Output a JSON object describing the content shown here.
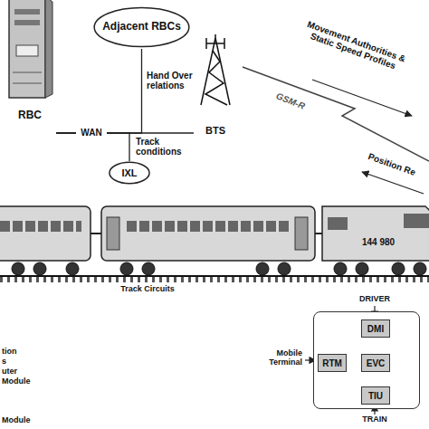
{
  "diagram": {
    "nodes": [
      {
        "text": [
          "RBC"
        ]
      },
      {
        "text": [
          "Adjacent RBCs"
        ]
      },
      {
        "text": [
          "BTS"
        ]
      },
      {
        "text": [
          "IXL"
        ]
      },
      {
        "text": []
      },
      {
        "text": [
          "DMI"
        ],
        "in": 4
      },
      {
        "text": [
          "RTM"
        ],
        "in": 4
      },
      {
        "text": [
          "EVC"
        ],
        "in": 4
      },
      {
        "text": [
          "TIU"
        ],
        "in": 4
      }
    ],
    "edges": [
      {
        "from": 0,
        "to": 2,
        "label": "WAN",
        "arrow": "none"
      },
      {
        "from": 1,
        "to": 0,
        "label": "Hand Over relations",
        "arrow": "none"
      },
      {
        "from": 3,
        "to": 0,
        "label": "Track conditions",
        "arrow": "none"
      },
      {
        "from": 5,
        "to": 7,
        "arrow": "both"
      },
      {
        "from": 6,
        "to": 7,
        "arrow": "both"
      },
      {
        "from": 7,
        "to": 8,
        "arrow": "both"
      }
    ],
    "labels": [
      "Track Circuits",
      "DRIVER",
      "Mobile Terminal",
      "TRAIN",
      "Movement Authorities & Static Speed Profiles",
      "GSM-R",
      "Position Re",
      "144 980",
      "tion",
      "s",
      "uter",
      "Module",
      "Module"
    ]
  }
}
